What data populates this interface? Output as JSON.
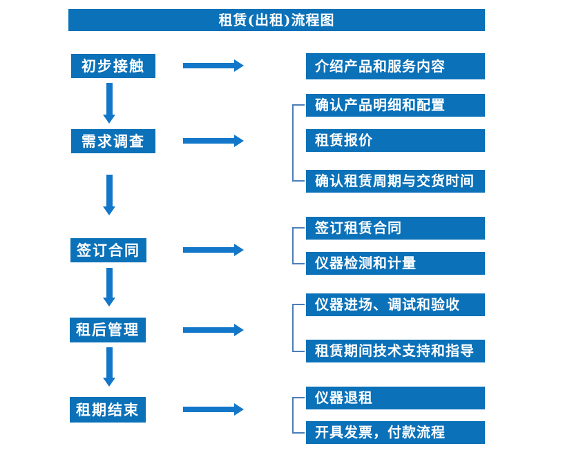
{
  "title": "租赁(出租)流程图",
  "colors": {
    "box_fill": "#0b71b8",
    "arrow": "#1377c9",
    "bracket": "#4a7eb8",
    "text": "#ffffff",
    "background": "#ffffff"
  },
  "stages": [
    {
      "label": "初步接触",
      "outputs": [
        "介绍产品和服务内容"
      ]
    },
    {
      "label": "需求调查",
      "outputs": [
        "确认产品明细和配置",
        "租赁报价",
        "确认租赁周期与交货时间"
      ]
    },
    {
      "label": "签订合同",
      "outputs": [
        "签订租赁合同",
        "仪器检测和计量"
      ]
    },
    {
      "label": "租后管理",
      "outputs": [
        "仪器进场、调试和验收",
        "租赁期间技术支持和指导"
      ]
    },
    {
      "label": "租期结束",
      "outputs": [
        "仪器退租",
        "开具发票，付款流程"
      ]
    }
  ]
}
